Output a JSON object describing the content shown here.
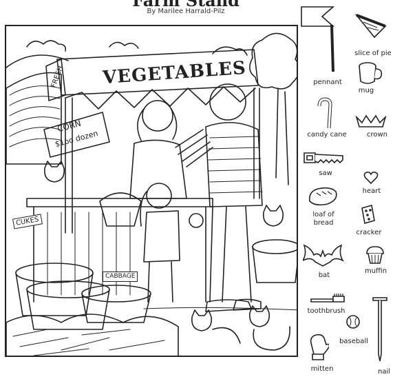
{
  "puzzle": {
    "title": "Farm Stand",
    "byline": "By Marilee Harrald-Pilz"
  },
  "scene": {
    "stand_sign": "VEGETABLES",
    "sign_fresh": "FRESH",
    "corn_sign_line1": "CORN",
    "corn_sign_line2": "$1oo dozen",
    "cukes_sign": "CUKES",
    "cabbage_sign": "CABBAGE"
  },
  "hidden_objects": [
    {
      "label": "pennant",
      "icon": "pennant-icon"
    },
    {
      "label": "slice of pie",
      "icon": "pie-slice-icon"
    },
    {
      "label": "mug",
      "icon": "mug-icon"
    },
    {
      "label": "candy cane",
      "icon": "candy-cane-icon"
    },
    {
      "label": "crown",
      "icon": "crown-icon"
    },
    {
      "label": "saw",
      "icon": "saw-icon"
    },
    {
      "label": "heart",
      "icon": "heart-icon"
    },
    {
      "label": "loaf of",
      "label2": "bread",
      "icon": "bread-icon"
    },
    {
      "label": "cracker",
      "icon": "cracker-icon"
    },
    {
      "label": "bat",
      "icon": "bat-icon"
    },
    {
      "label": "muffin",
      "icon": "muffin-icon"
    },
    {
      "label": "toothbrush",
      "icon": "toothbrush-icon"
    },
    {
      "label": "baseball",
      "icon": "baseball-icon"
    },
    {
      "label": "mitten",
      "icon": "mitten-icon"
    },
    {
      "label": "nail",
      "icon": "nail-icon"
    }
  ]
}
